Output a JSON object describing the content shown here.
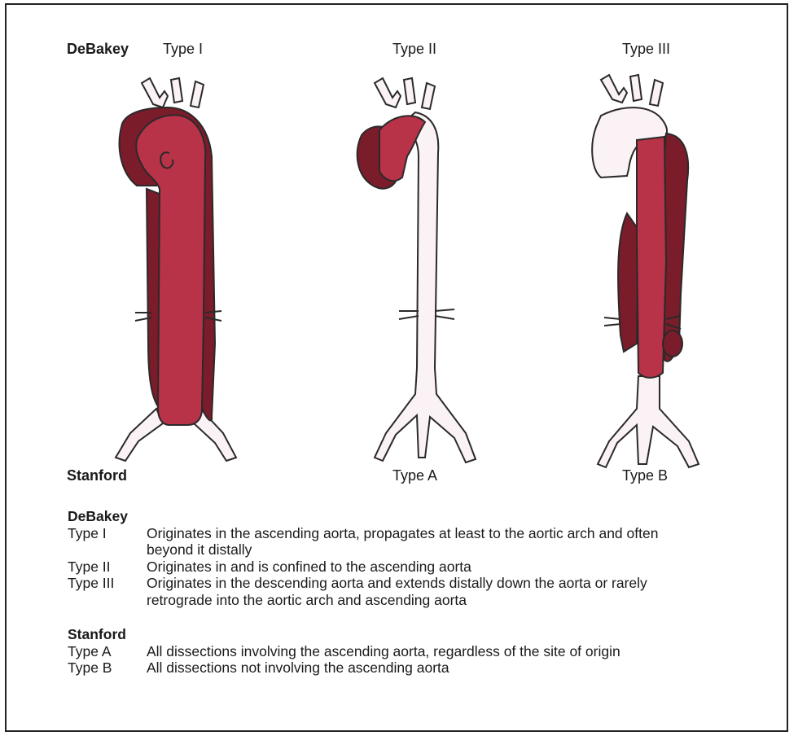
{
  "diagram": {
    "debakey_heading": "DeBakey",
    "stanford_heading": "Stanford",
    "columns": [
      {
        "top_label": "Type I",
        "bottom_label": ""
      },
      {
        "top_label": "Type II",
        "bottom_label": "Type A"
      },
      {
        "top_label": "Type III",
        "bottom_label": "Type B"
      }
    ]
  },
  "legend": {
    "debakey": {
      "title": "DeBakey",
      "rows": [
        {
          "type": "Type I",
          "desc": "Originates in the ascending aorta, propagates at least to the aortic arch and often beyond it distally"
        },
        {
          "type": "Type II",
          "desc": "Originates in and is confined to the ascending aorta"
        },
        {
          "type": "Type III",
          "desc": "Originates in the descending aorta and extends distally down the aorta or rarely retrograde into the aortic arch and ascending aorta"
        }
      ]
    },
    "stanford": {
      "title": "Stanford",
      "rows": [
        {
          "type": "Type A",
          "desc": "All dissections involving the ascending aorta, regardless of the site of origin"
        },
        {
          "type": "Type B",
          "desc": "All dissections not involving the ascending aorta"
        }
      ]
    }
  },
  "colors": {
    "lumen_white": "#faf2f5",
    "true_lumen_red": "#b83248",
    "false_lumen_dark": "#7a1c2a",
    "outline": "#2a2a2a"
  }
}
